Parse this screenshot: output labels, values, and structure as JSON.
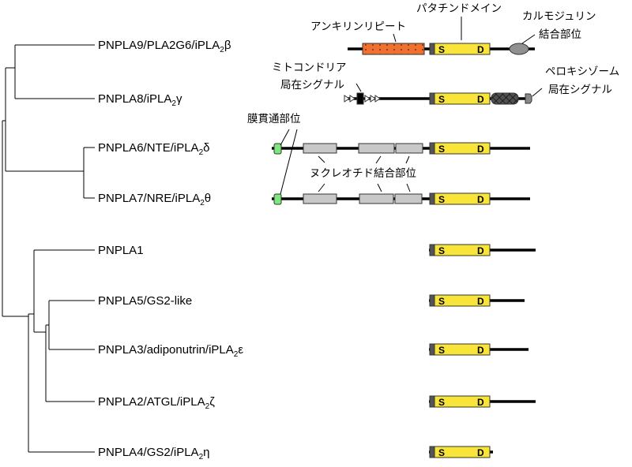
{
  "leaves": [
    {
      "pre": "PNPLA9/PLA2G6/iPLA",
      "sub": "2",
      "post": "β"
    },
    {
      "pre": "PNPLA8/iPLA",
      "sub": "2",
      "post": "γ"
    },
    {
      "pre": "PNPLA6/NTE/iPLA",
      "sub": "2",
      "post": "δ"
    },
    {
      "pre": "PNPLA7/NRE/iPLA",
      "sub": "2",
      "post": "θ"
    },
    {
      "pre": "PNPLA1",
      "sub": "",
      "post": ""
    },
    {
      "pre": "PNPLA5/GS2-like",
      "sub": "",
      "post": ""
    },
    {
      "pre": "PNPLA3/adiponutrin/iPLA",
      "sub": "2",
      "post": "ε"
    },
    {
      "pre": "PNPLA2/ATGL/iPLA",
      "sub": "2",
      "post": "ζ"
    },
    {
      "pre": "PNPLA4/GS2/iPLA",
      "sub": "2",
      "post": "η"
    }
  ],
  "patatin": {
    "s": "S",
    "d": "D"
  },
  "annotations": {
    "ankyrin": "アンキリンリピート",
    "patatin_domain": "パタチンドメイン",
    "calmodulin_1": "カルモジュリン",
    "calmodulin_2": "結合部位",
    "mito_1": "ミトコンドリア",
    "mito_2": "局在シグナル",
    "perox_1": "ペロキシゾーム",
    "perox_2": "局在シグナル",
    "transmembrane": "膜貫通部位",
    "nucleotide": "ヌクレオチド結合部位"
  },
  "colors": {
    "patatin": "#f9e43a",
    "ankyrin": "#f07030",
    "nucleotide": "#c8c8c8",
    "transmembrane": "#7ce87c",
    "calmodulin": "#909090",
    "crosshatch": "#505050"
  }
}
